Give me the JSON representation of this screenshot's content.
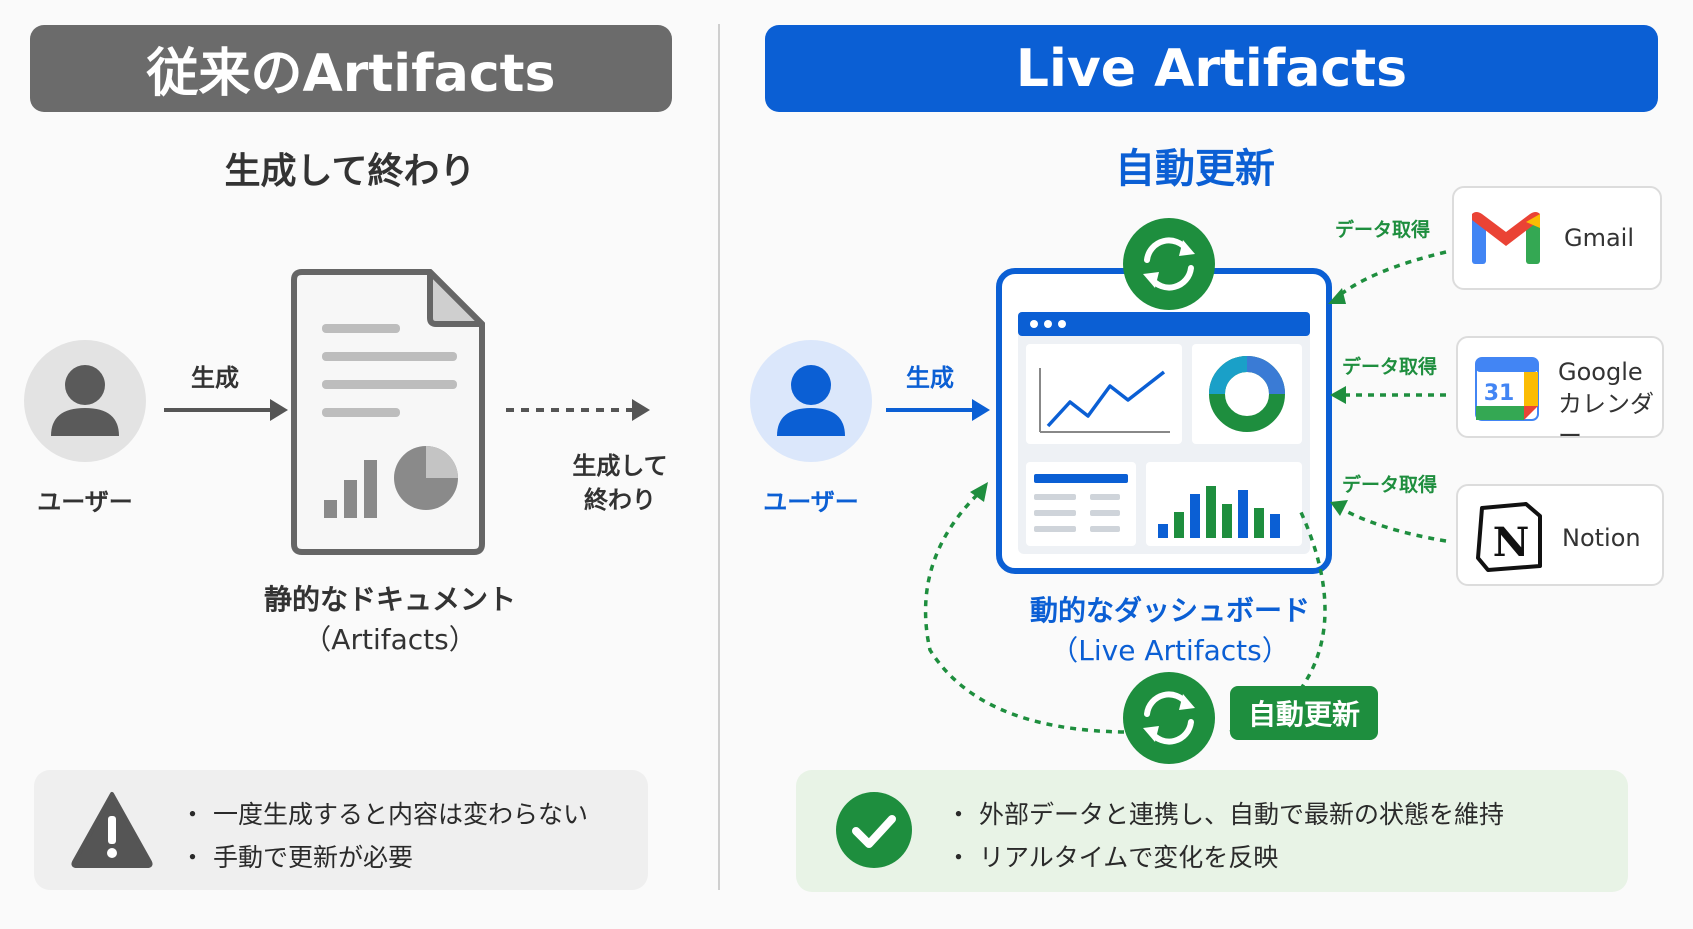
{
  "left": {
    "banner_title": "従来のArtifacts",
    "subtitle": "生成して終わり",
    "user_label": "ユーザー",
    "arrow_label": "生成",
    "end_label_line1": "生成して",
    "end_label_line2": "終わり",
    "doc_label_line1": "静的なドキュメント",
    "doc_label_line2": "（Artifacts）",
    "notes": [
      "・ 一度生成すると内容は変わらない",
      "・ 手動で更新が必要"
    ],
    "colors": {
      "banner": "#6b6b6b",
      "note_bg": "#efefef",
      "icon": "#555555"
    }
  },
  "right": {
    "banner_title": "Live Artifacts",
    "subtitle": "自動更新",
    "user_label": "ユーザー",
    "arrow_label": "生成",
    "dashboard_label_line1": "動的なダッシュボード",
    "dashboard_label_line2": "（Live Artifacts）",
    "auto_update_tag": "自動更新",
    "services": [
      {
        "name": "Gmail",
        "icon": "gmail-icon",
        "fetch_label": "データ取得"
      },
      {
        "name": "Google\nカレンダー",
        "name_line1": "Google",
        "name_line2": "カレンダー",
        "icon": "google-calendar-icon",
        "icon_text": "31",
        "fetch_label": "データ取得"
      },
      {
        "name": "Notion",
        "icon": "notion-icon",
        "icon_text": "N",
        "fetch_label": "データ取得"
      }
    ],
    "notes": [
      "・ 外部データと連携し、自動で最新の状態を維持",
      "・ リアルタイムで変化を反映"
    ],
    "colors": {
      "banner": "#0b5fd4",
      "accent_green": "#1e8e3e",
      "note_bg": "#e8f3e6"
    }
  }
}
